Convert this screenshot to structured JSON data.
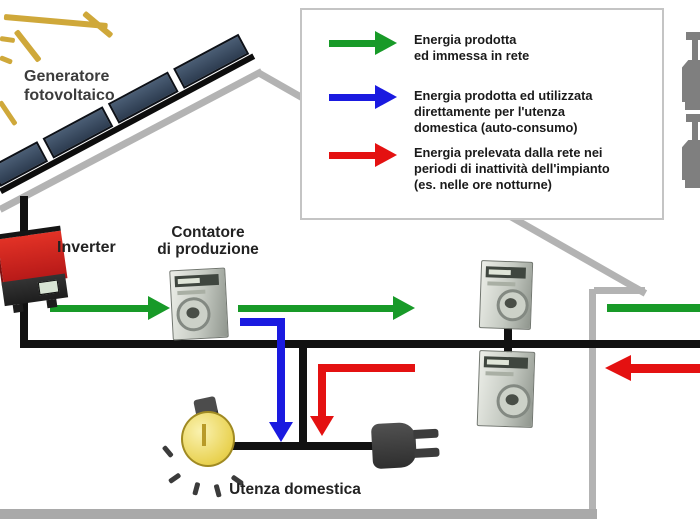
{
  "diagram": {
    "labels": {
      "generator": {
        "line1": "Generatore",
        "line2": "fotovoltaico"
      },
      "inverter": "Inverter",
      "production_meter": {
        "line1": "Contatore",
        "line2": "di produzione"
      },
      "household": "Utenza domestica"
    },
    "legend": {
      "items": [
        {
          "color": "#189a28",
          "lines": [
            "Energia prodotta",
            "ed immessa in rete"
          ]
        },
        {
          "color": "#1a1ae0",
          "lines": [
            "Energia prodotta ed utilizzata",
            "direttamente per l'utenza",
            "domestica (auto-consumo)"
          ]
        },
        {
          "color": "#e41111",
          "lines": [
            "Energia prelevata dalla rete nei",
            "periodi di inattività dell'impianto",
            "(es. nelle ore notturne)"
          ]
        }
      ]
    },
    "colors": {
      "energy_to_grid_green": "#189a28",
      "self_consumption_blue": "#1a1ae0",
      "from_grid_red": "#e41111",
      "wire_black": "#111111",
      "house_gray": "#b3b3b3",
      "panel_blue": "#35465c",
      "sun_gold": "#cfa83a",
      "inverter_red": "#d42424"
    },
    "icons": [
      "sun-rays-icon",
      "solar-panel-icon",
      "inverter-icon",
      "production-meter-icon",
      "exchange-meter-icon",
      "bulb-icon",
      "plug-icon",
      "pylon-icon",
      "house-outline"
    ]
  }
}
